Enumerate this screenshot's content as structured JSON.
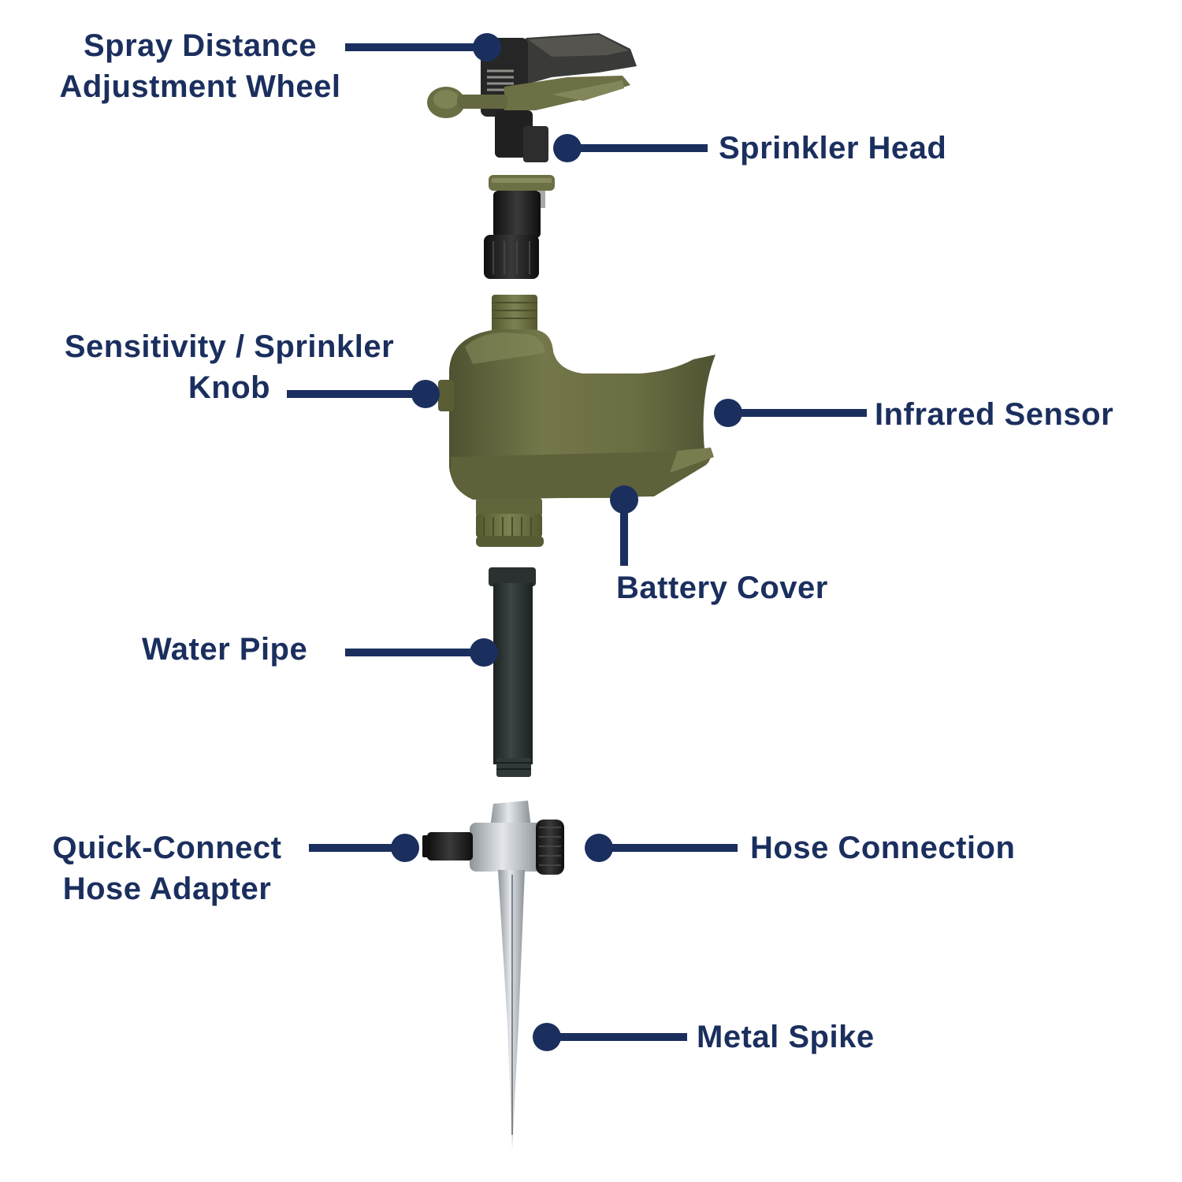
{
  "colors": {
    "callout": "#1b2f5e",
    "housing": "#6b6e42",
    "housing_dark": "#4a4c2c",
    "housing_light": "#8a8d5c",
    "black_plastic": "#1e1e1e",
    "pipe": "#2c3433",
    "metal": "#b9bec2"
  },
  "labels": {
    "spray_distance": {
      "line1": "Spray Distance",
      "line2": "Adjustment Wheel"
    },
    "sprinkler_head": {
      "text": "Sprinkler Head"
    },
    "sensitivity": {
      "line1": "Sensitivity / Sprinkler",
      "line2": "Knob"
    },
    "infrared_sensor": {
      "text": "Infrared Sensor"
    },
    "battery_cover": {
      "text": "Battery Cover"
    },
    "water_pipe": {
      "text": "Water Pipe"
    },
    "quick_connect": {
      "line1": "Quick-Connect",
      "line2": "Hose Adapter"
    },
    "hose_connection": {
      "text": "Hose Connection"
    },
    "metal_spike": {
      "text": "Metal Spike"
    }
  }
}
